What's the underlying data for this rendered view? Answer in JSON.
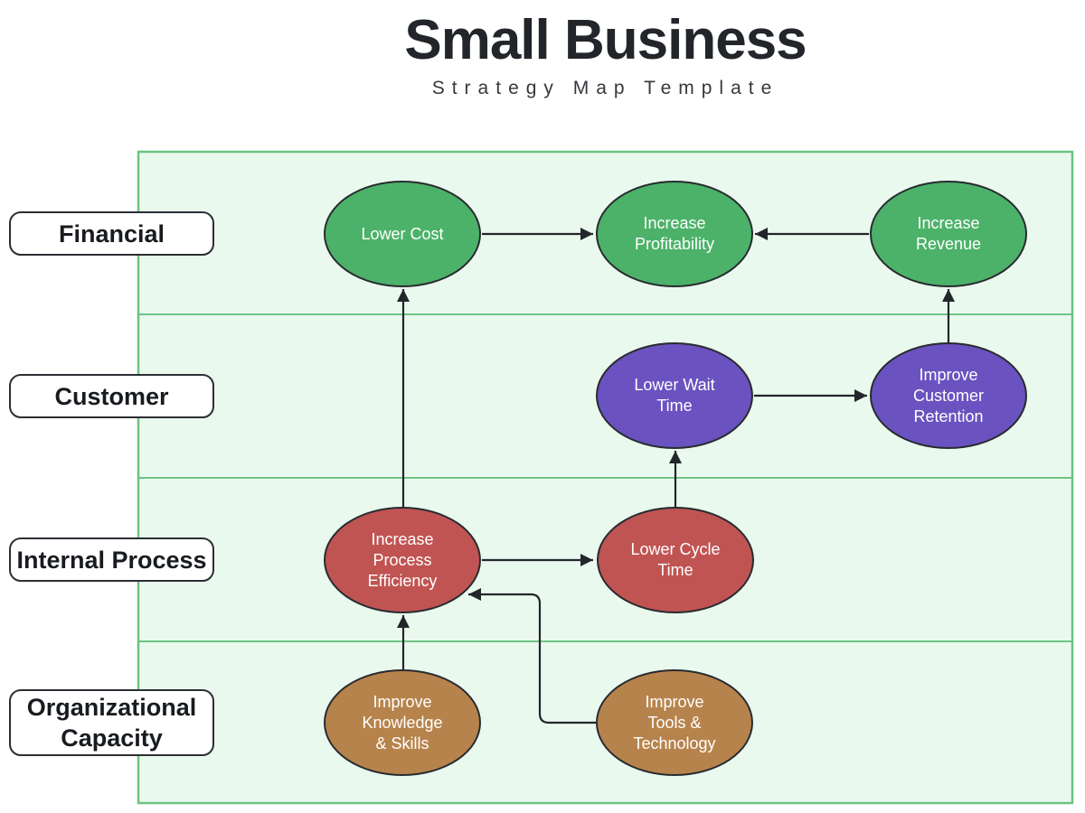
{
  "header": {
    "title": "Small Business",
    "subtitle": "Strategy Map Template"
  },
  "perspectives": [
    {
      "label": "Financial"
    },
    {
      "label": "Customer"
    },
    {
      "label": "Internal Process"
    },
    {
      "label": "Organizational Capacity"
    }
  ],
  "nodes": [
    {
      "id": "lower-cost",
      "label": "Lower Cost",
      "lines": [
        "Lower Cost"
      ],
      "color": "green",
      "perspective": "Financial"
    },
    {
      "id": "increase-profitability",
      "label": "Increase Profitability",
      "lines": [
        "Increase",
        "Profitability"
      ],
      "color": "green",
      "perspective": "Financial"
    },
    {
      "id": "increase-revenue",
      "label": "Increase Revenue",
      "lines": [
        "Increase",
        "Revenue"
      ],
      "color": "green",
      "perspective": "Financial"
    },
    {
      "id": "lower-wait-time",
      "label": "Lower Wait Time",
      "lines": [
        "Lower Wait",
        "Time"
      ],
      "color": "purple",
      "perspective": "Customer"
    },
    {
      "id": "improve-customer-retention",
      "label": "Improve Customer Retention",
      "lines": [
        "Improve",
        "Customer",
        "Retention"
      ],
      "color": "purple",
      "perspective": "Customer"
    },
    {
      "id": "increase-process-efficiency",
      "label": "Increase Process Efficiency",
      "lines": [
        "Increase",
        "Process",
        "Efficiency"
      ],
      "color": "red",
      "perspective": "Internal Process"
    },
    {
      "id": "lower-cycle-time",
      "label": "Lower Cycle Time",
      "lines": [
        "Lower Cycle",
        "Time"
      ],
      "color": "red",
      "perspective": "Internal Process"
    },
    {
      "id": "improve-knowledge-skills",
      "label": "Improve Knowledge & Skills",
      "lines": [
        "Improve",
        "Knowledge",
        "& Skills"
      ],
      "color": "brown",
      "perspective": "Organizational Capacity"
    },
    {
      "id": "improve-tools-technology",
      "label": "Improve Tools & Technology",
      "lines": [
        "Improve",
        "Tools &",
        "Technology"
      ],
      "color": "brown",
      "perspective": "Organizational Capacity"
    }
  ],
  "connectors": [
    {
      "from": "lower-cost",
      "to": "increase-profitability"
    },
    {
      "from": "increase-revenue",
      "to": "increase-profitability"
    },
    {
      "from": "improve-customer-retention",
      "to": "increase-revenue"
    },
    {
      "from": "lower-wait-time",
      "to": "improve-customer-retention"
    },
    {
      "from": "lower-cycle-time",
      "to": "lower-wait-time"
    },
    {
      "from": "increase-process-efficiency",
      "to": "lower-cycle-time"
    },
    {
      "from": "increase-process-efficiency",
      "to": "lower-cost"
    },
    {
      "from": "improve-knowledge-skills",
      "to": "increase-process-efficiency"
    },
    {
      "from": "improve-tools-technology",
      "to": "increase-process-efficiency"
    }
  ],
  "colors": {
    "title_color": "#22252a",
    "subtitle_color": "#34393e",
    "panel_fill": "#eaf9ee",
    "panel_border": "#6cc381",
    "divider": "#5dbd77",
    "connector": "#23262b",
    "node_border": "#282b30",
    "node_green": "#4cb269",
    "node_purple": "#6a52c0",
    "node_red": "#c05453",
    "node_brown": "#b7834c",
    "label_bg": "#ffffff",
    "label_border": "#2b2e33",
    "label_text": "#181b1f"
  }
}
